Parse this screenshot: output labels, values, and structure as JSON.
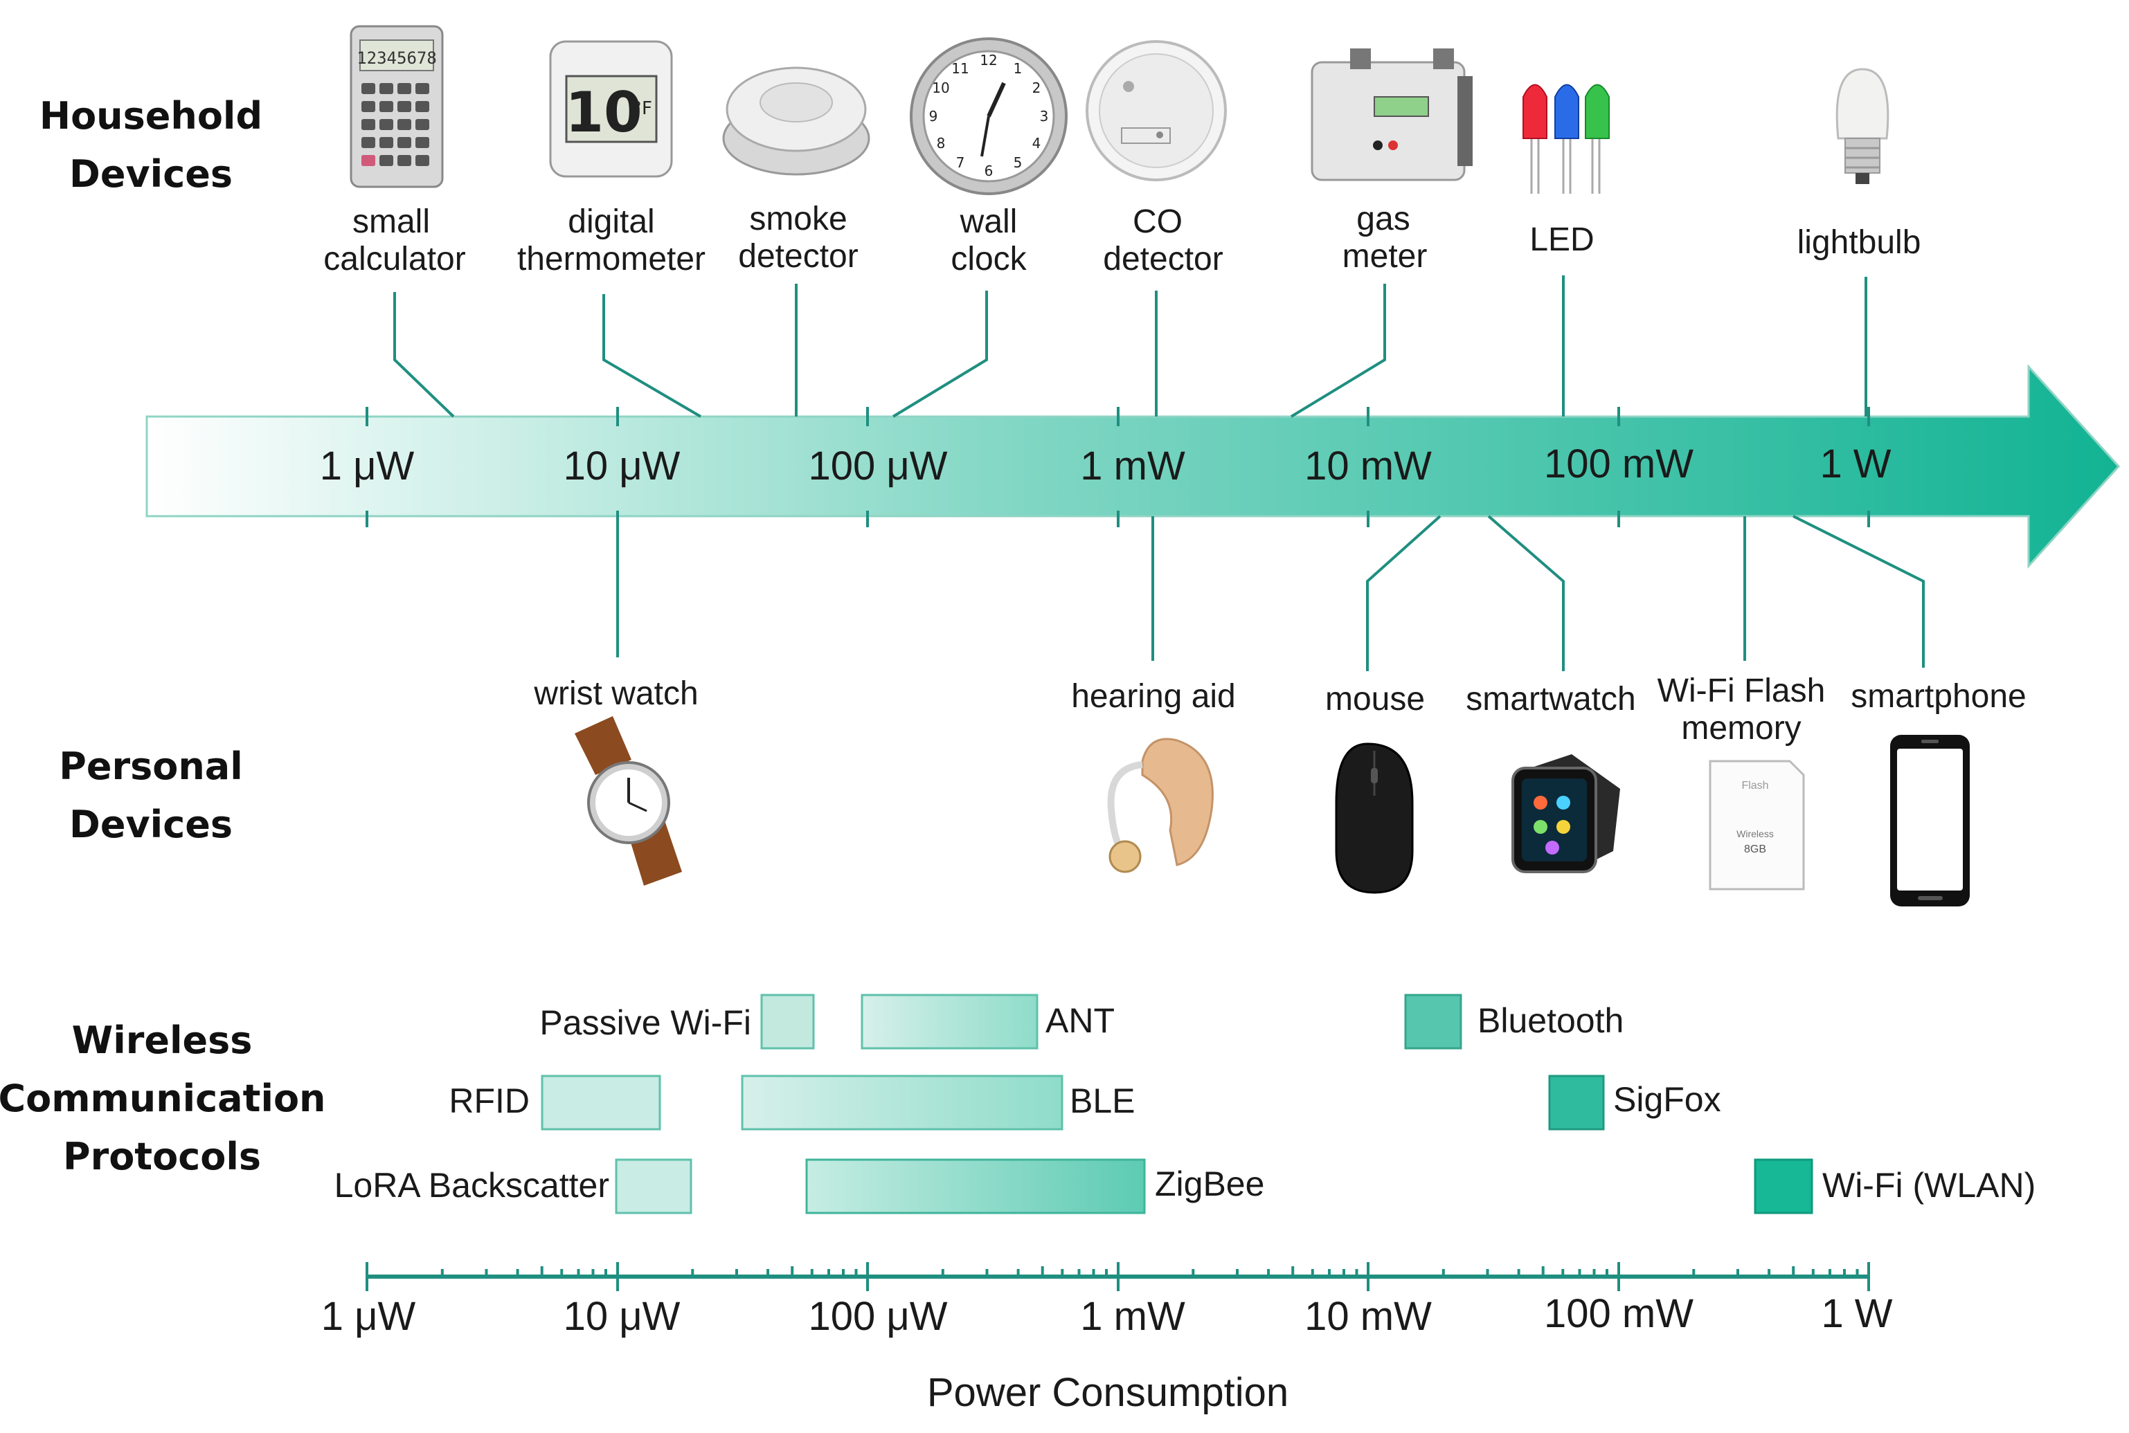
{
  "rows": {
    "household": [
      "Household",
      "Devices"
    ],
    "personal": [
      "Personal",
      "Devices"
    ],
    "wireless": [
      "Wireless",
      "Communication",
      "Protocols"
    ]
  },
  "top_axis_ticks": [
    "1 μW",
    "10 μW",
    "100 μW",
    "1 mW",
    "10 mW",
    "100 mW",
    "1 W"
  ],
  "bottom_axis_ticks": [
    "1 μW",
    "10 μW",
    "100 μW",
    "1 mW",
    "10 mW",
    "100 mW",
    "1 W"
  ],
  "axis_title": "Power Consumption",
  "household_devices": [
    {
      "lines": [
        "small",
        "calculator"
      ],
      "icon": "calculator-icon"
    },
    {
      "lines": [
        "digital",
        "thermometer"
      ],
      "icon": "thermometer-icon"
    },
    {
      "lines": [
        "smoke",
        "detector"
      ],
      "icon": "smoke-detector-icon"
    },
    {
      "lines": [
        "wall",
        "clock"
      ],
      "icon": "wall-clock-icon"
    },
    {
      "lines": [
        "CO",
        "detector"
      ],
      "icon": "co-detector-icon"
    },
    {
      "lines": [
        "gas",
        "meter"
      ],
      "icon": "gas-meter-icon"
    },
    {
      "lines": [
        "LED"
      ],
      "icon": "led-icon"
    },
    {
      "lines": [
        "lightbulb"
      ],
      "icon": "lightbulb-icon"
    }
  ],
  "personal_devices": [
    {
      "lines": [
        "wrist watch"
      ],
      "icon": "wrist-watch-icon"
    },
    {
      "lines": [
        "hearing aid"
      ],
      "icon": "hearing-aid-icon"
    },
    {
      "lines": [
        "mouse"
      ],
      "icon": "mouse-icon"
    },
    {
      "lines": [
        "smartwatch"
      ],
      "icon": "smartwatch-icon"
    },
    {
      "lines": [
        "Wi-Fi Flash",
        "memory"
      ],
      "icon": "sd-card-icon"
    },
    {
      "lines": [
        "smartphone"
      ],
      "icon": "smartphone-icon"
    }
  ],
  "protocols": [
    {
      "name": "Passive Wi-Fi",
      "label_side": "left"
    },
    {
      "name": "ANT",
      "label_side": "right"
    },
    {
      "name": "Bluetooth",
      "label_side": "right"
    },
    {
      "name": "RFID",
      "label_side": "left"
    },
    {
      "name": "BLE",
      "label_side": "right"
    },
    {
      "name": "SigFox",
      "label_side": "right"
    },
    {
      "name": "LoRA Backscatter",
      "label_side": "left"
    },
    {
      "name": "ZigBee",
      "label_side": "right"
    },
    {
      "name": "Wi-Fi (WLAN)",
      "label_side": "right"
    }
  ],
  "colors": {
    "accent": "#1fb598",
    "line": "#1f8f80",
    "bar_light": "#c9ece4",
    "bar_dark": "#2cc0a4"
  }
}
